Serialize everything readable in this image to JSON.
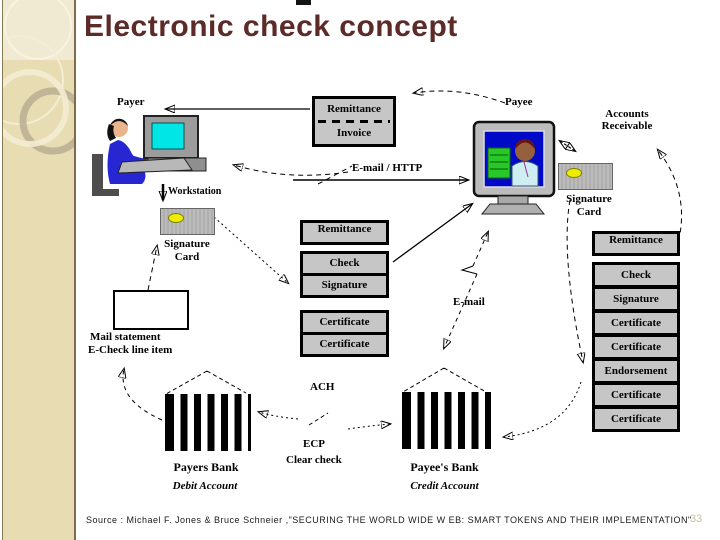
{
  "slide": {
    "title": "Electronic check concept",
    "source": "Source : Michael F. Jones & Bruce Schneier ,\"SECURING THE WORLD WIDE W EB: SMART TOKENS AND THEIR IMPLEMENTATION\"",
    "page_number": "33"
  },
  "colors": {
    "title_text": "#5c2b27",
    "sidebar_beige": "#e7dcb2",
    "sidebar_light": "#f1ead3",
    "doc_box_fill": "#c6c6c6",
    "card_yellow": "#eded00",
    "payer_screen_cyan": "#00e6e6",
    "payee_screen_blue": "#0009c8",
    "bank_stripe": "#000000"
  },
  "diagram": {
    "payer": "Payer",
    "workstation": "Workstation",
    "payee": "Payee",
    "accounts_line1": "Accounts",
    "accounts_line2": "Receivable",
    "sig_line1": "Signature",
    "sig_line2": "Card",
    "remittance": "Remittance",
    "invoice": "Invoice",
    "email_http": "E-mail / HTTP",
    "email": "E-mail",
    "mail_statement": "Mail  statement",
    "echeck_line_item": "E-Check line item",
    "ach": "ACH",
    "ecp": "ECP",
    "clear_check": "Clear check",
    "payers_bank": "Payers Bank",
    "debit_account": "Debit Account",
    "payees_bank": "Payee's Bank",
    "credit_account": "Credit Account",
    "middle_stack": [
      "Remittance",
      "Check",
      "Signature",
      "Certificate",
      "Certificate"
    ],
    "right_stack": [
      "Remittance",
      "Check",
      "Signature",
      "Certificate",
      "Certificate",
      "Endorsement",
      "Certificate",
      "Certificate"
    ]
  }
}
